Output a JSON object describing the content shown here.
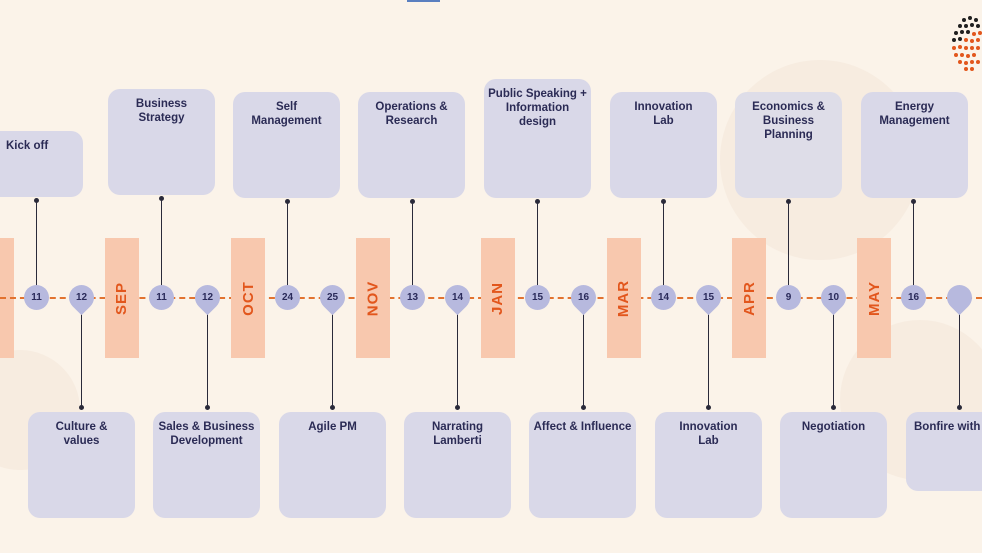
{
  "months": [
    "SEP",
    "OCT",
    "NOV",
    "JAN",
    "MAR",
    "APR",
    "MAY"
  ],
  "left_edge_month": "",
  "nodes": [
    "11",
    "12",
    "11",
    "12",
    "24",
    "25",
    "13",
    "14",
    "15",
    "16",
    "14",
    "15",
    "9",
    "10",
    "16",
    ""
  ],
  "top_events": [
    "Kick off",
    "Business\nStrategy",
    "Self\nManagement",
    "Operations &\nResearch",
    "Public Speaking +\nInformation\ndesign",
    "Innovation\nLab",
    "Economics &\nBusiness Planning",
    "Energy\nManagement"
  ],
  "bottom_events": [
    "Culture &\nvalues",
    "Sales & Business\nDevelopment",
    "Agile PM",
    "Narrating\nLamberti",
    "Affect & Influence",
    "Innovation\nLab",
    "Negotiation",
    "Bonfire with s"
  ],
  "colors": {
    "background": "#fbf3e9",
    "month_band": "#f8c8ae",
    "month_text": "#e2561c",
    "node": "#b7b9de",
    "card": "#d9d8e8",
    "timeline": "#e2722f"
  }
}
